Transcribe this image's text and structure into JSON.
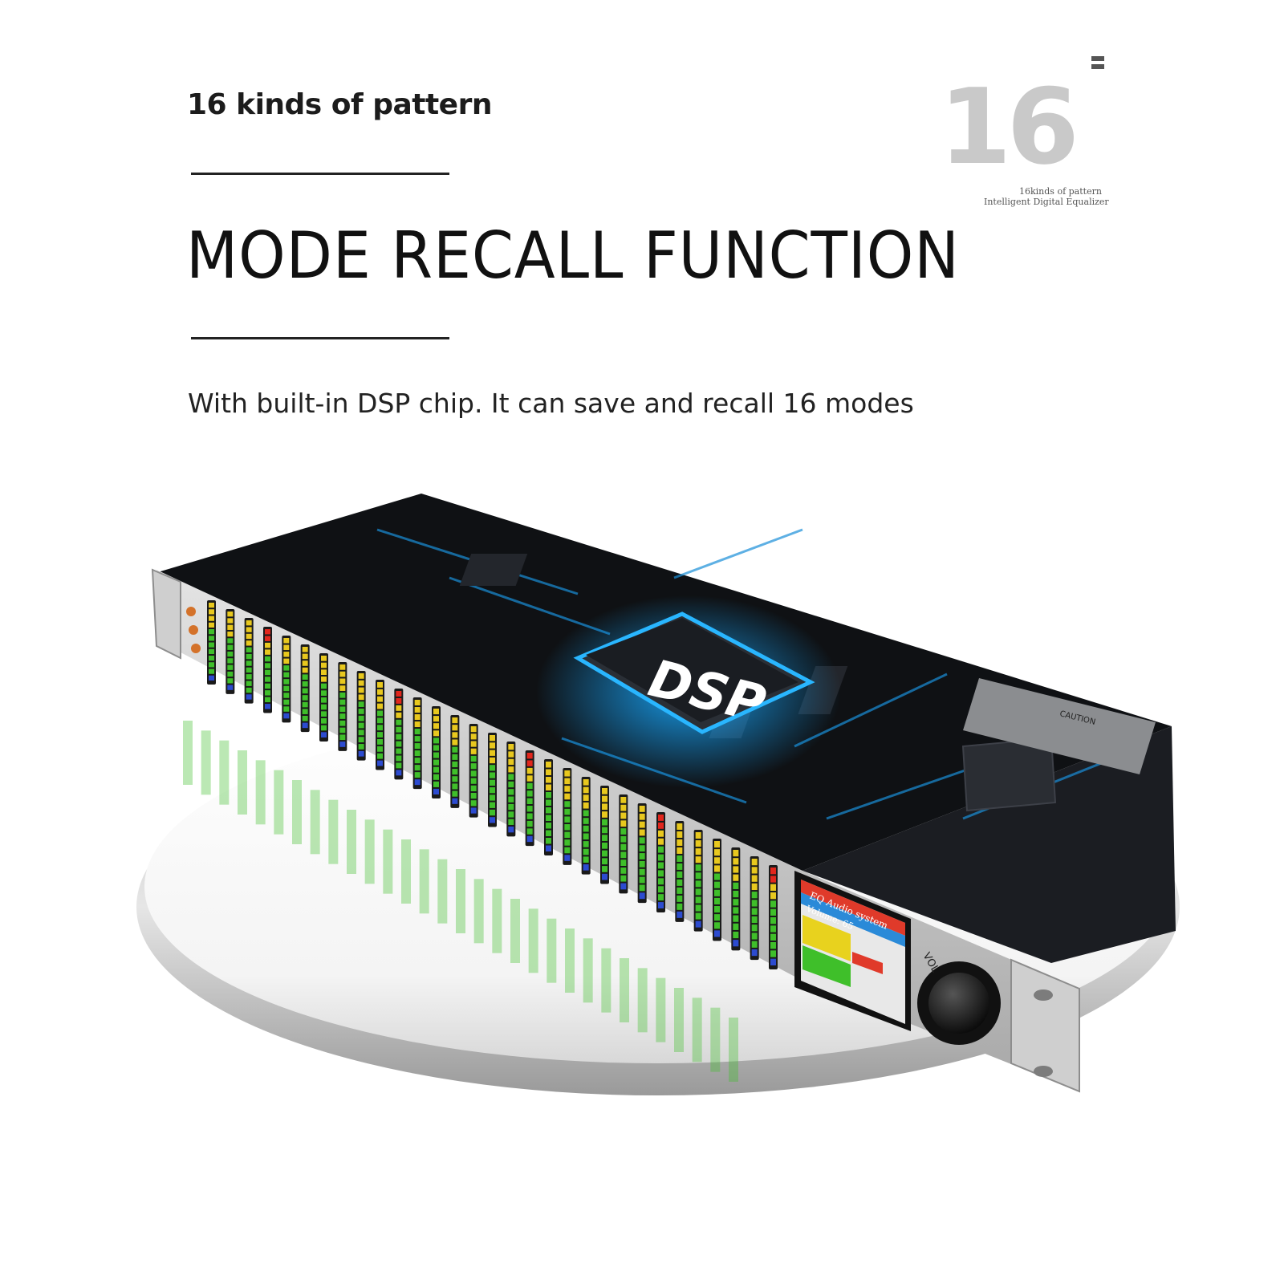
{
  "header": {
    "tagline": "16 kinds of pattern",
    "headline": "MODE RECALL FUNCTION",
    "subtext": "With built-in DSP chip. It can save and recall 16 modes"
  },
  "badge": {
    "number": "16",
    "caption_line1": "16kinds of pattern",
    "caption_line2": "Intelligent Digital Equalizer"
  },
  "product": {
    "chip_label": "DSP",
    "screen_title": "EQ Audio system",
    "screen_row1": "Volume: 65",
    "knob_label": "VOL",
    "caution_label": "CAUTION"
  },
  "colors": {
    "led_green": "#3fbf2a",
    "led_yellow": "#e8c81e",
    "led_red": "#e2261c",
    "led_blue": "#2c4bd0",
    "glow": "#18a9ff",
    "chassis": "#0f1114"
  }
}
